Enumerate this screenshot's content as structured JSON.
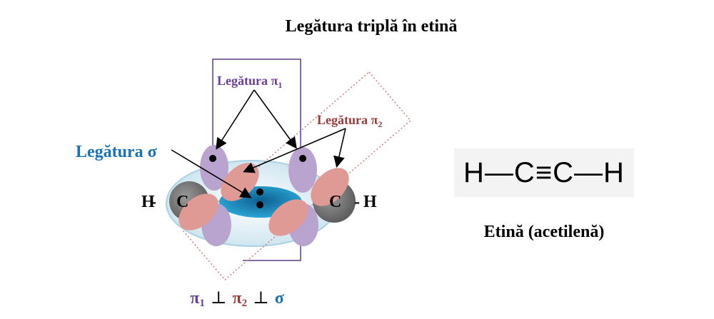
{
  "title": "Legătura triplă în etină",
  "labels": {
    "sigma": "Legătura σ",
    "pi1_prefix": "Legătura π",
    "pi1_sub": "1",
    "pi2_prefix": "Legătura π",
    "pi2_sub": "2",
    "atom_c_left": "C",
    "atom_c_right": "C",
    "atom_h_left": "H",
    "atom_h_right": "H"
  },
  "perp_relation": {
    "pi1": "π",
    "pi1_sub": "1",
    "perp1": "⊥",
    "pi2": "π",
    "pi2_sub": "2",
    "perp2": "⊥",
    "sigma": "σ"
  },
  "formula": "H—C≡C—H",
  "caption": "Etină (acetilenă)",
  "colors": {
    "pi1": "#6a3d9a",
    "pi2": "#9b3a3a",
    "sigma": "#1a73b8",
    "p_lobe_purple": "#b9a3cf",
    "p_lobe_pink": "#e09a96",
    "carbon_gray": "#7a7a7a",
    "sigma_ellipse": "#1f8fc4",
    "halo": "#d6ecf4"
  }
}
